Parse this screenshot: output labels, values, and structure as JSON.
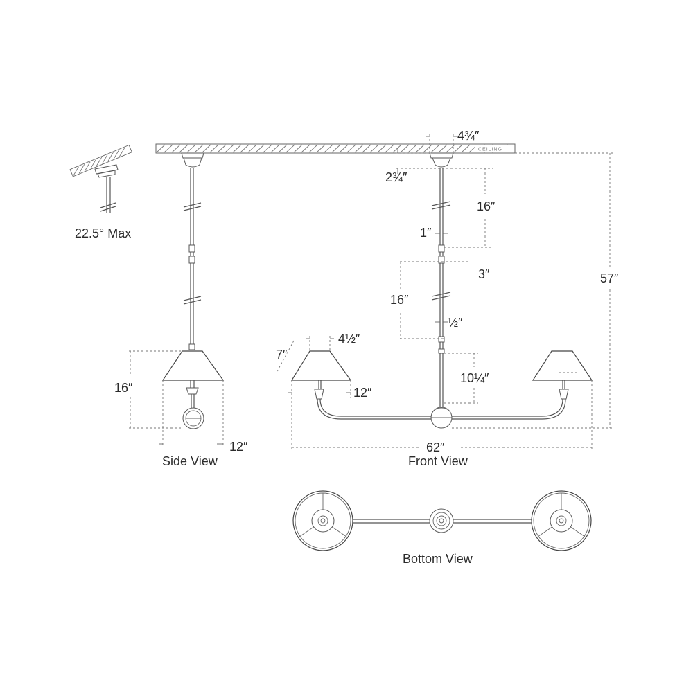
{
  "ceiling_label": "CEILING",
  "views": {
    "side": "Side View",
    "front": "Front View",
    "bottom": "Bottom View"
  },
  "slope_note": "22.5° Max",
  "dimensions": {
    "canopy_width": "4¾″",
    "canopy_height": "2¾″",
    "upper_stem": "16″",
    "stem_diameter": "1″",
    "coupling": "3″",
    "mid_stem": "16″",
    "small_stem": "½″",
    "lower_stem": "10¼″",
    "overall_height": "57″",
    "overall_width": "62″",
    "shade_top": "4½″",
    "shade_slant": "7″",
    "shade_bottom_front": "12″",
    "side_height": "16″",
    "side_width": "12″"
  }
}
